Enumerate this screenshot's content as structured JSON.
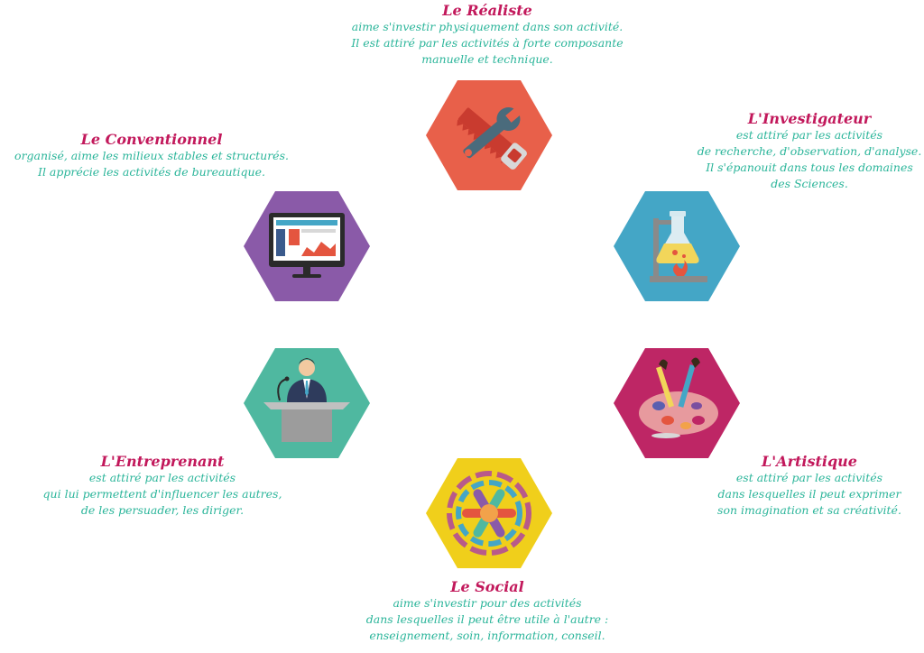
{
  "colors": {
    "title": "#c2185b",
    "text": "#2bb59a",
    "realiste": "#e8604a",
    "investigateur": "#44a6c6",
    "artistique": "#be2665",
    "social": "#f0cf1b",
    "entreprenant": "#4fb8a0",
    "conventionnel": "#8a5aa8"
  },
  "profiles": {
    "realiste": {
      "icon": "wrench-saw-icon",
      "title": "Le Réaliste",
      "lines": [
        "aime s'investir physiquement dans son activité.",
        "Il est attiré par les activités à forte composante",
        "manuelle et technique."
      ]
    },
    "investigateur": {
      "icon": "lab-flask-icon",
      "title": "L'Investigateur",
      "lines": [
        "est  attiré par les activités",
        "de recherche, d'observation, d'analyse.",
        "Il s'épanouit  dans tous les domaines",
        "des Sciences."
      ]
    },
    "artistique": {
      "icon": "palette-brushes-icon",
      "title": "L'Artistique",
      "lines": [
        "est attiré par les activités",
        "dans lesquelles il peut exprimer",
        "son imagination et sa créativité."
      ]
    },
    "social": {
      "icon": "joined-hands-icon",
      "title": "Le Social",
      "lines": [
        "aime s'investir pour des activités",
        "dans lesquelles il peut être utile à l'autre :",
        "enseignement, soin, information, conseil."
      ]
    },
    "entreprenant": {
      "icon": "speaker-podium-icon",
      "title": "L'Entreprenant",
      "lines": [
        "est attiré par les activités",
        "qui lui permettent d'influencer les autres,",
        "de les persuader, les diriger."
      ]
    },
    "conventionnel": {
      "icon": "computer-monitor-icon",
      "title": "Le Conventionnel",
      "lines": [
        "organisé, aime les milieux stables et structurés.",
        "Il apprécie les activités de bureautique."
      ]
    }
  }
}
